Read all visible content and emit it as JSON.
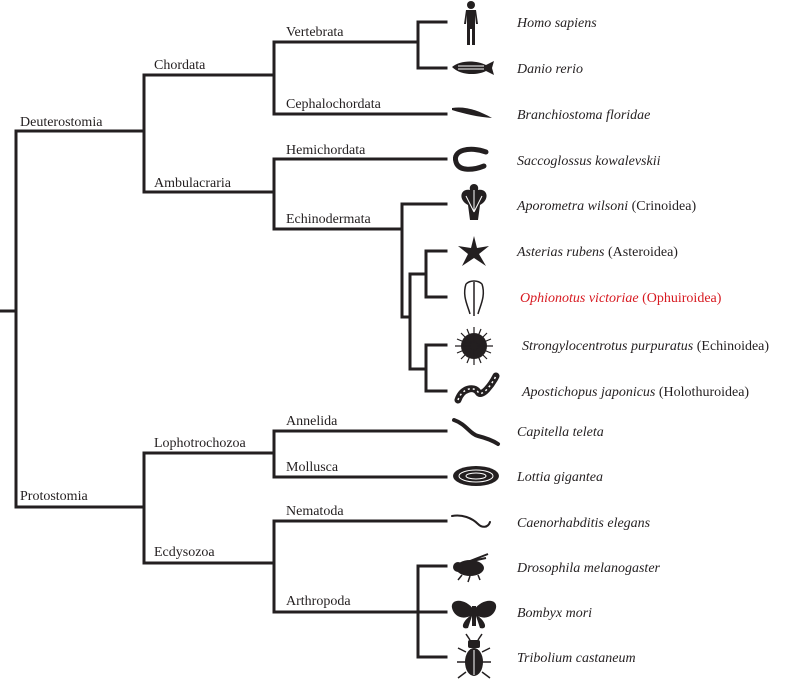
{
  "colors": {
    "line": "#231f20",
    "highlight": "#d71920"
  },
  "clades": {
    "deuterostomia": "Deuterostomia",
    "protostomia": "Protostomia",
    "chordata": "Chordata",
    "ambulacraria": "Ambulacraria",
    "vertebrata": "Vertebrata",
    "cephalochordata": "Cephalochordata",
    "hemichordata": "Hemichordata",
    "echinodermata": "Echinodermata",
    "lophotrochozoa": "Lophotrochozoa",
    "ecdysozoa": "Ecdysozoa",
    "annelida": "Annelida",
    "mollusca": "Mollusca",
    "nematoda": "Nematoda",
    "arthropoda": "Arthropoda"
  },
  "taxa": [
    {
      "species": "Homo sapiens",
      "group": "",
      "icon": "human-icon"
    },
    {
      "species": "Danio rerio",
      "group": "",
      "icon": "zebrafish-icon"
    },
    {
      "species": "Branchiostoma floridae",
      "group": "",
      "icon": "lancelet-icon"
    },
    {
      "species": "Saccoglossus kowalevskii",
      "group": "",
      "icon": "acorn-worm-icon"
    },
    {
      "species": "Aporometra wilsoni",
      "group": "(Crinoidea)",
      "icon": "crinoid-icon"
    },
    {
      "species": "Asterias rubens",
      "group": "(Asteroidea)",
      "icon": "starfish-icon"
    },
    {
      "species": "Ophionotus victoriae",
      "group": "(Ophuiroidea)",
      "icon": "brittle-star-icon",
      "highlight": true
    },
    {
      "species": "Strongylocentrotus purpuratus",
      "group": "(Echinoidea)",
      "icon": "sea-urchin-icon"
    },
    {
      "species": "Apostichopus japonicus",
      "group": "(Holothuroidea)",
      "icon": "sea-cucumber-icon"
    },
    {
      "species": "Capitella teleta",
      "group": "",
      "icon": "annelid-worm-icon"
    },
    {
      "species": "Lottia gigantea",
      "group": "",
      "icon": "limpet-icon"
    },
    {
      "species": "Caenorhabditis elegans",
      "group": "",
      "icon": "nematode-icon"
    },
    {
      "species": "Drosophila melanogaster",
      "group": "",
      "icon": "fruit-fly-icon"
    },
    {
      "species": "Bombyx mori",
      "group": "",
      "icon": "moth-icon"
    },
    {
      "species": "Tribolium castaneum",
      "group": "",
      "icon": "beetle-icon"
    }
  ]
}
